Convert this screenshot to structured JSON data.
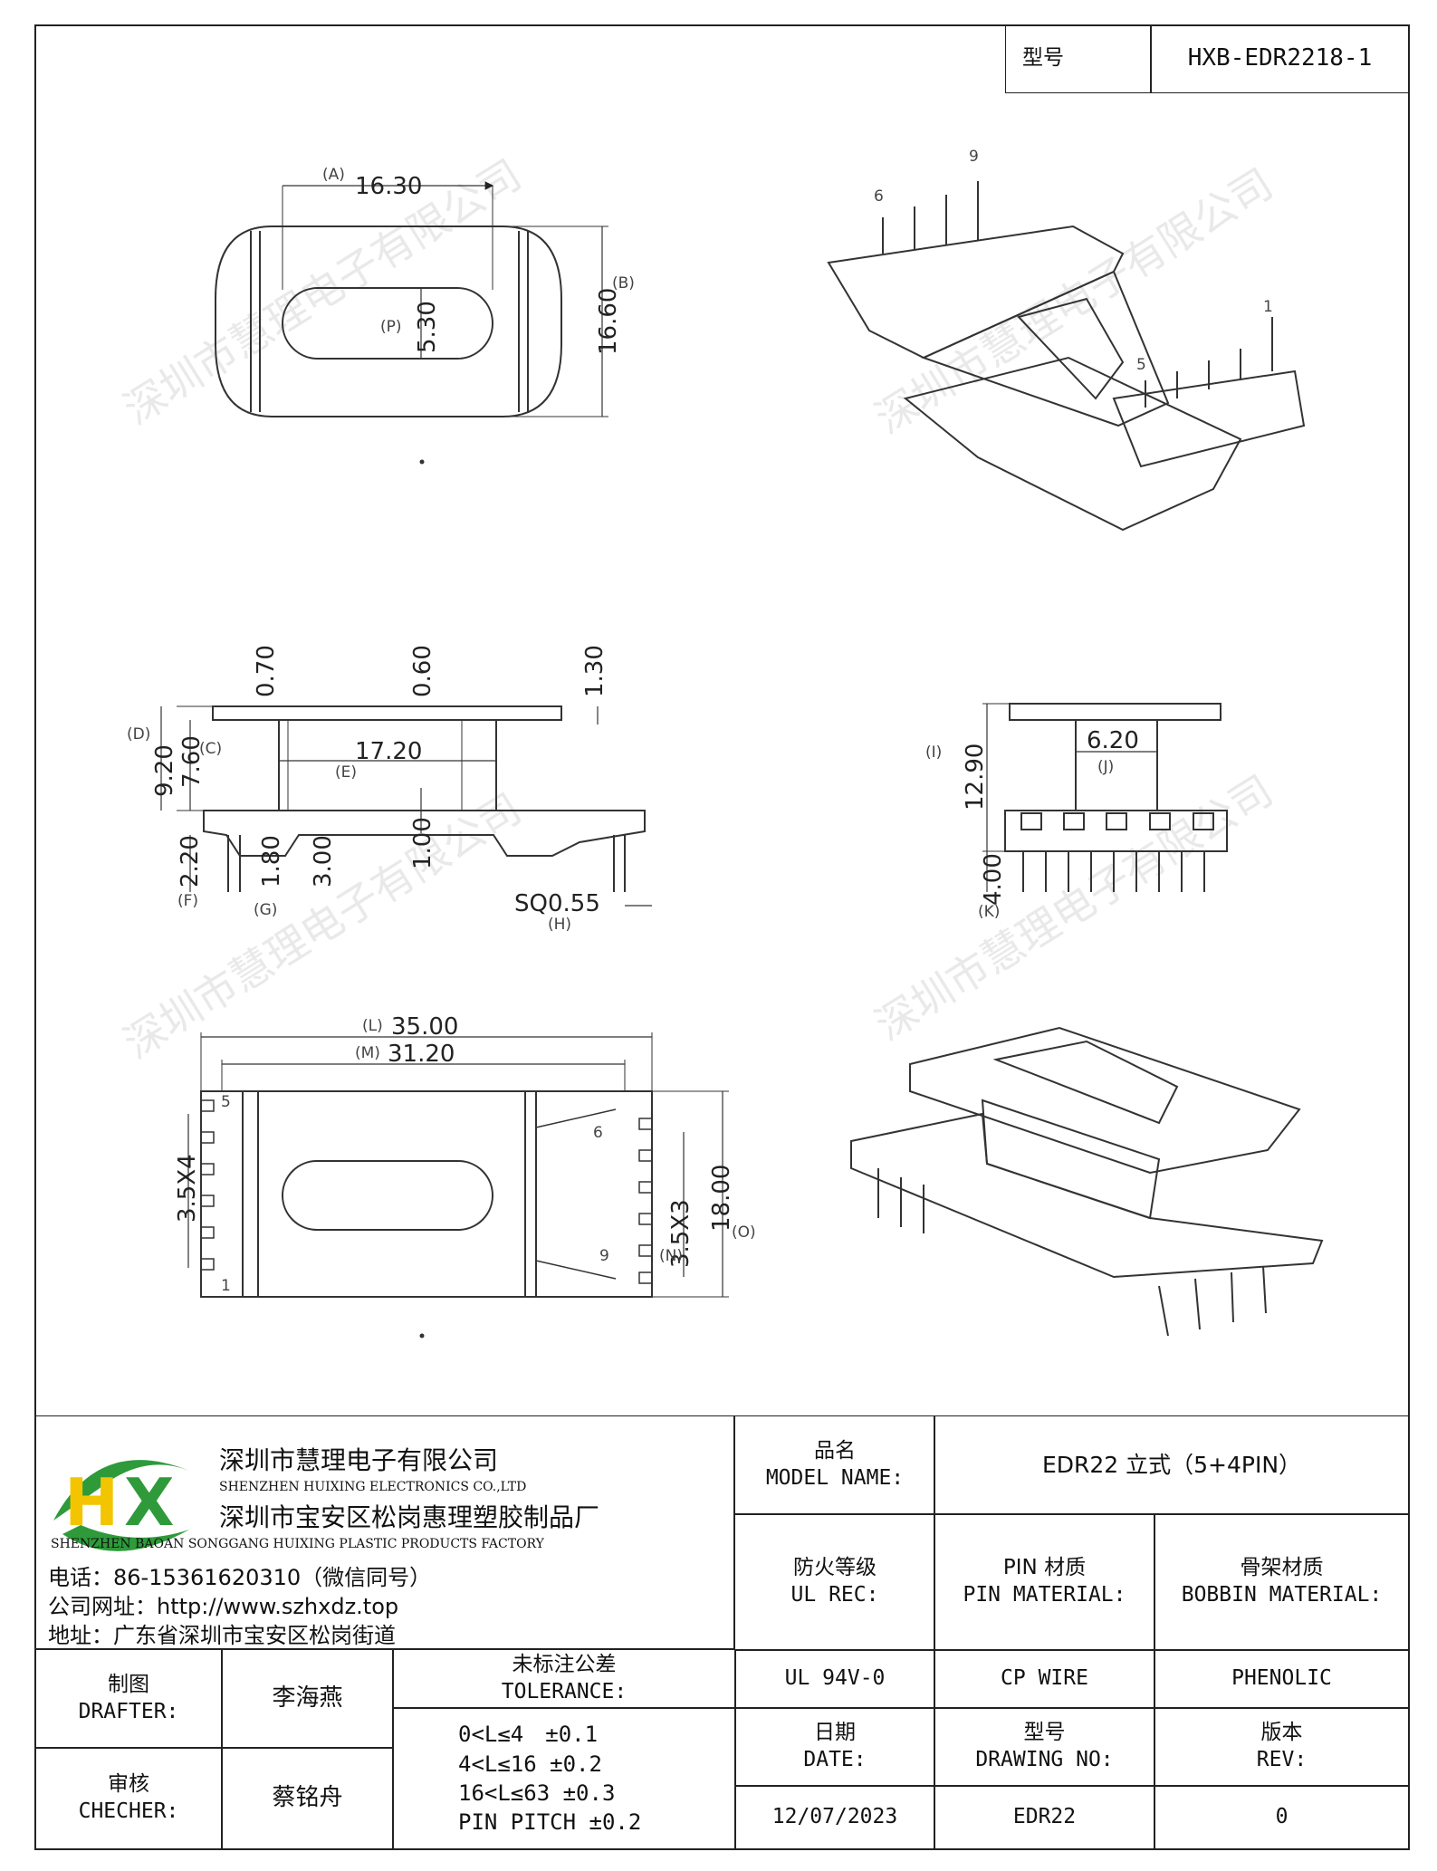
{
  "header": {
    "model_label": "型号",
    "model_value": "HXB-EDR2218-1"
  },
  "logo": {
    "letters": "HX",
    "green": "#2e9a3a",
    "yellow": "#f2c500"
  },
  "company": {
    "name_cn": "深圳市慧理电子有限公司",
    "name_en": "SHENZHEN HUIXING ELECTRONICS CO.,LTD",
    "factory_cn": "深圳市宝安区松岗惠理塑胶制品厂",
    "factory_en": "SHENZHEN BAOAN SONGGANG HUIXING PLASTIC PRODUCTS FACTORY",
    "phone": "电话：86-15361620310（微信同号）",
    "website": "公司网址：http://www.szhxdz.top",
    "address": "地址：广东省深圳市宝安区松岗街道"
  },
  "watermark": "深圳市慧理电子有限公司",
  "title_block": {
    "model_name_cn": "品名",
    "model_name_en": "MODEL NAME:",
    "model_name_value": "EDR22 立式（5+4PIN）",
    "ul_cn": "防火等级",
    "ul_en": "UL REC:",
    "pin_cn": "PIN 材质",
    "pin_en": "PIN MATERIAL:",
    "bobbin_cn": "骨架材质",
    "bobbin_en": "BOBBIN MATERIAL:",
    "ul_value": "UL 94V-0",
    "pin_value": "CP WIRE",
    "bobbin_value": "PHENOLIC",
    "date_cn": "日期",
    "date_en": "DATE:",
    "drawing_cn": "型号",
    "drawing_en": "DRAWING NO:",
    "rev_cn": "版本",
    "rev_en": "REV:",
    "date_value": "12/07/2023",
    "drawing_value": "EDR22",
    "rev_value": "0",
    "drafter_cn": "制图",
    "drafter_en": "DRAFTER:",
    "drafter_value": "李海燕",
    "checker_cn": "审核",
    "checker_en": "CHECHER:",
    "checker_value": "蔡铭舟",
    "tolerance_cn": "未标注公差",
    "tolerance_en": "TOLERANCE:",
    "tolerance_lines": [
      "0<L≤4　±0.1",
      "4<L≤16 ±0.2",
      "16<L≤63 ±0.3",
      "PIN PITCH ±0.2"
    ]
  },
  "dimensions": {
    "top_view": {
      "A_label": "(A)",
      "A": "16.30",
      "B_label": "(B)",
      "B": "16.60",
      "P_label": "(P)",
      "P": "5.30"
    },
    "side_view": {
      "h070": "0.70",
      "h060": "0.60",
      "h130": "1.30",
      "D_label": "(D)",
      "D": "9.20",
      "C_label": "(C)",
      "C": "7.60",
      "E_label": "(E)",
      "E": "17.20",
      "h100": "1.00",
      "F_label": "(F)",
      "F": "2.20",
      "G_label": "(G)",
      "G": "1.80",
      "h300": "3.00",
      "H_label": "(H)",
      "H": "SQ0.55"
    },
    "end_view": {
      "I_label": "(I)",
      "I": "12.90",
      "J_label": "(J)",
      "J": "6.20",
      "K_label": "(K)",
      "K": "4.00"
    },
    "bottom_view": {
      "L_label": "(L)",
      "L": "35.00",
      "M_label": "(M)",
      "M": "31.20",
      "pitch_left": "3.5X4",
      "N_label": "(N)",
      "N": "3.5X3",
      "O_label": "(O)",
      "O": "18.00",
      "pin5": "5",
      "pin1": "1",
      "pin6": "6",
      "pin9": "9"
    },
    "iso_top": {
      "pin6": "6",
      "pin9": "9",
      "pin5": "5",
      "pin1": "1"
    }
  }
}
